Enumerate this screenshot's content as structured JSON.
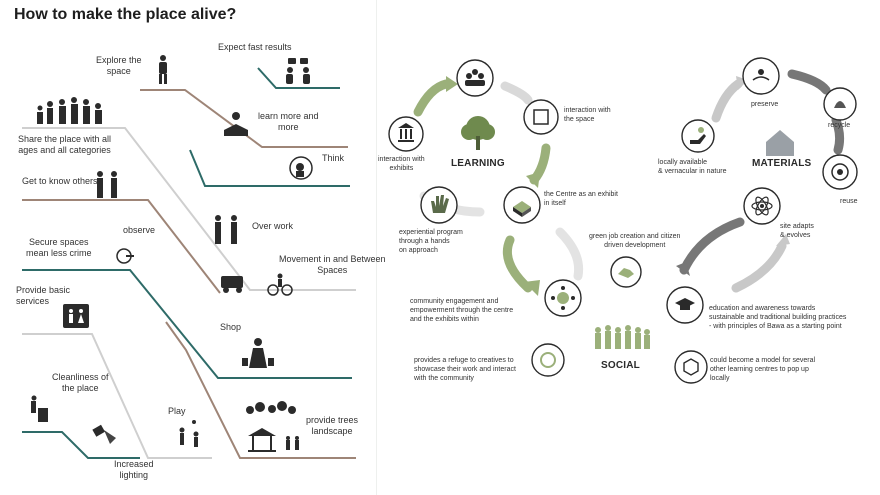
{
  "title": "How to make the place alive?",
  "left_items": [
    {
      "id": "explore",
      "text": "Explore the\nspace"
    },
    {
      "id": "fast",
      "text": "Expect fast results"
    },
    {
      "id": "share",
      "text": "Share the place with all\nages and all categories"
    },
    {
      "id": "learnmore",
      "text": "learn more and\nmore"
    },
    {
      "id": "think",
      "text": "Think"
    },
    {
      "id": "know",
      "text": "Get to know others"
    },
    {
      "id": "overwork",
      "text": "Over work"
    },
    {
      "id": "observe",
      "text": "observe"
    },
    {
      "id": "secure",
      "text": "Secure spaces\nmean less crime"
    },
    {
      "id": "movement",
      "text": "Movement in and Between\nSpaces"
    },
    {
      "id": "basic",
      "text": "Provide basic\nservices"
    },
    {
      "id": "shop",
      "text": "Shop"
    },
    {
      "id": "clean",
      "text": "Cleanliness of\nthe place"
    },
    {
      "id": "play",
      "text": "Play"
    },
    {
      "id": "trees",
      "text": "provide trees\nlandscape"
    },
    {
      "id": "lighting",
      "text": "Increased\nlighting"
    }
  ],
  "headings": {
    "learning": "LEARNING",
    "social": "SOCIAL",
    "materials": "MATERIALS"
  },
  "right_items": [
    {
      "id": "interaction_space",
      "text": "interaction with\nthe space"
    },
    {
      "id": "interaction_exhibits",
      "text": "interaction with\nexhibits"
    },
    {
      "id": "centre_exhibit",
      "text": "the Centre as an exhibit\nin itself"
    },
    {
      "id": "experiential",
      "text": "experiential program\nthrough a hands\non approach"
    },
    {
      "id": "green_jobs",
      "text": "green job creation and citizen\ndriven development"
    },
    {
      "id": "community",
      "text": "community engagement and\nempowerment through the centre\nand the exhibits within"
    },
    {
      "id": "refuge",
      "text": "provides a refuge to creatives to\nshowcase their work and interact\nwith the community"
    },
    {
      "id": "preserve",
      "text": "preserve"
    },
    {
      "id": "recycle",
      "text": "recycle"
    },
    {
      "id": "reuse",
      "text": "reuse"
    },
    {
      "id": "local",
      "text": "locally available\n& vernacular in nature"
    },
    {
      "id": "site",
      "text": "site adapts\n& evolves"
    },
    {
      "id": "education",
      "text": "education and awareness towards\nsustainable and traditional building practices\n- with principles of Bawa as a starting point"
    },
    {
      "id": "model",
      "text": "could become a model for several\nother learning centres to pop up\nlocally"
    }
  ],
  "colors": {
    "teal": "#2e6b68",
    "brown": "#9e8577",
    "grey": "#cfcfcf",
    "green": "#9bb07a",
    "dark": "#3a3a3a",
    "lightgreen": "#c9d6b4"
  }
}
